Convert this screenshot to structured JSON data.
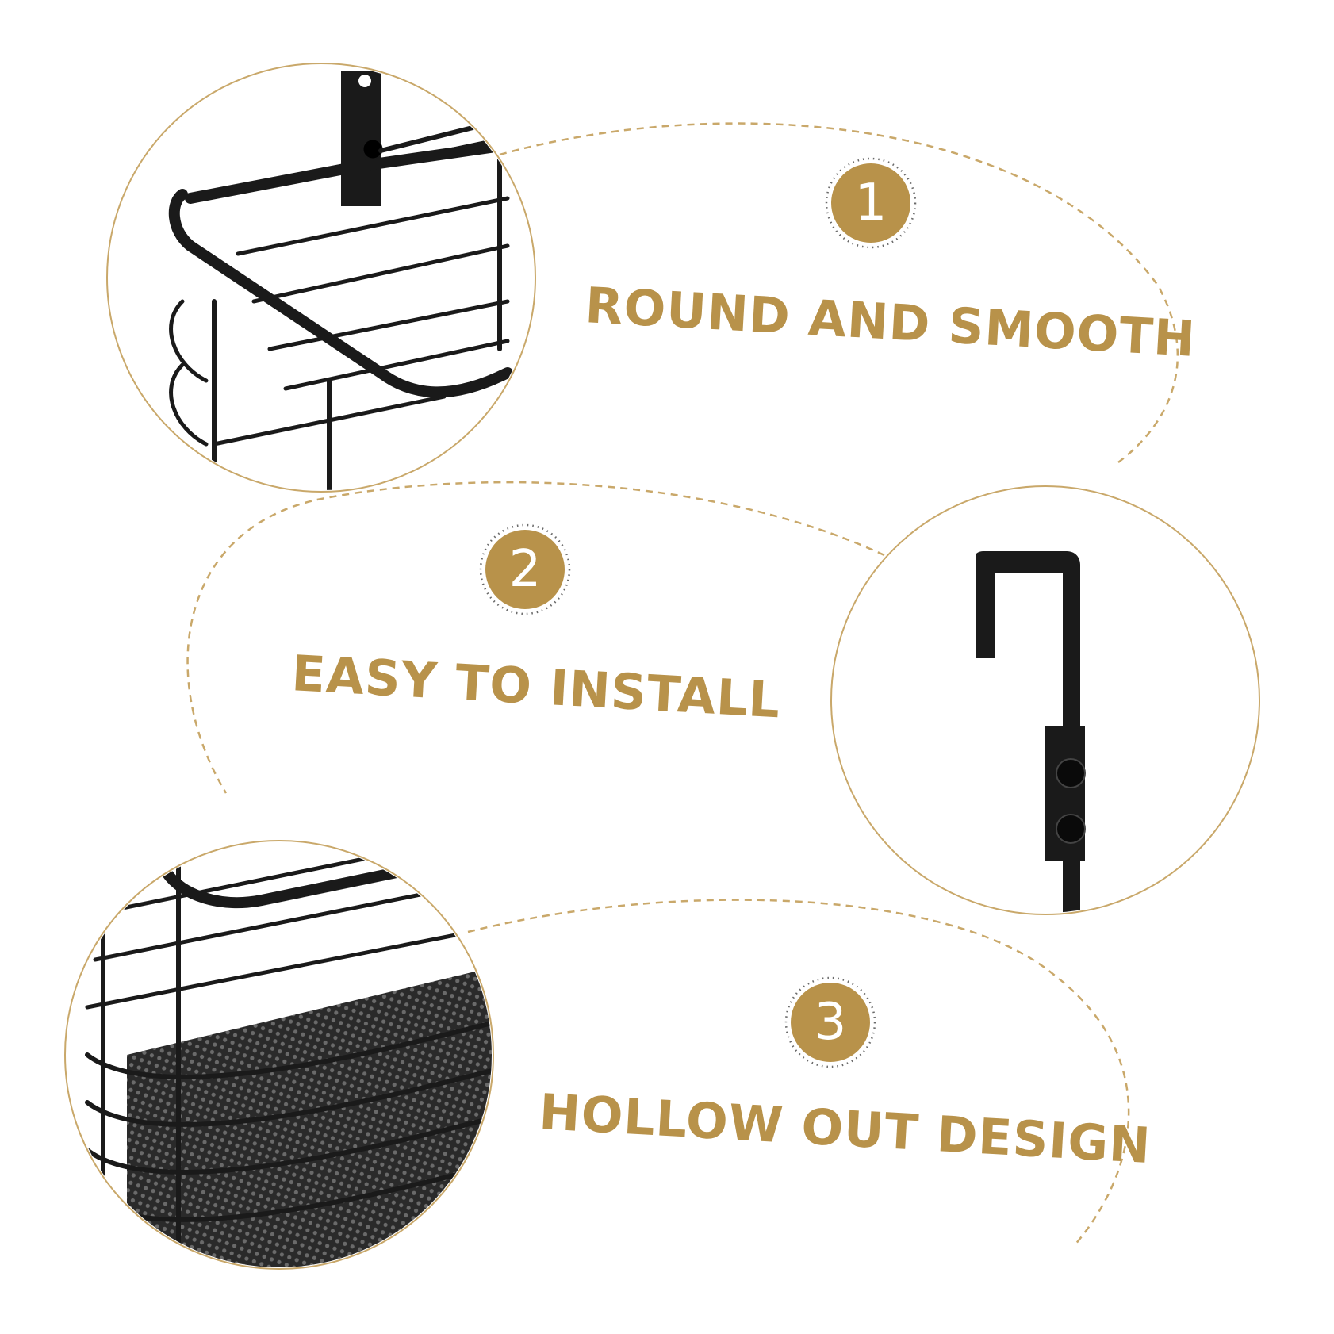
{
  "features": [
    {
      "number": "1",
      "title": "ROUND AND SMOOTH"
    },
    {
      "number": "2",
      "title": "EASY TO INSTALL"
    },
    {
      "number": "3",
      "title": "HOLLOW OUT DESIGN"
    }
  ],
  "colors": {
    "accent": "#b8924a",
    "product": "#1a1a1a",
    "background": "#ffffff"
  },
  "images": [
    {
      "icon": "wire-basket-corner-icon"
    },
    {
      "icon": "door-hook-icon"
    },
    {
      "icon": "mesh-basket-bottom-icon"
    }
  ]
}
